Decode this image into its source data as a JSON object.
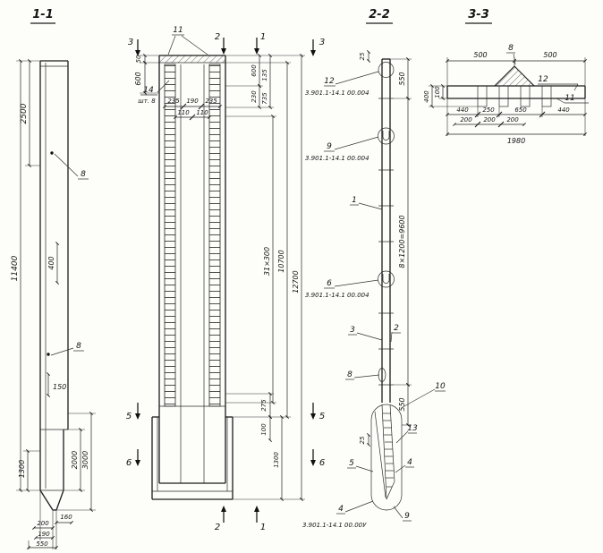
{
  "titles": {
    "t11": "1-1",
    "t22": "2-2",
    "t33": "3-3"
  },
  "v11": {
    "d2500": "2500",
    "d11400": "11400",
    "c8a": "8",
    "c8b": "8",
    "d400": "400",
    "d150": "150",
    "d1300": "1300",
    "d2000": "2000",
    "d3000": "3000",
    "d200": "200",
    "d190": "190",
    "d550": "550",
    "d160": "160"
  },
  "vmid": {
    "m3l": "3",
    "m3r": "3",
    "m2t": "2",
    "m1t": "1",
    "m2b": "2",
    "m1b": "1",
    "m5l": "5",
    "m5r": "5",
    "m6l": "6",
    "m6r": "6",
    "c11": "11",
    "c14": "14",
    "c14q": "шт. 8",
    "d50": "50",
    "d600l": "600",
    "d235a": "235",
    "d190": "190",
    "d235b": "235",
    "d110a": "110",
    "d110b": "110",
    "d600r": "600",
    "d135": "135",
    "d230": "230",
    "d735": "735",
    "d31x300": "31×300",
    "d10700": "10700",
    "d12700": "12700",
    "d275": "275",
    "d100": "100",
    "d1300": "1300"
  },
  "v22": {
    "d25t": "25",
    "d550t": "550",
    "d8x1200": "8×1200=9600",
    "d550b": "550",
    "d25b": "25",
    "c12": "12",
    "r12": "3.901.1-14.1 00.004",
    "c9": "9",
    "r9": "3.901.1-14.1 00.004",
    "c1": "1",
    "c6": "6",
    "r6": "3.901.1-14.1 00.004",
    "c3": "3",
    "c2": "2",
    "c8": "8",
    "c10": "10",
    "c13": "13",
    "c5": "5",
    "c4": "4",
    "c9b": "9",
    "c4b": "4",
    "r4": "3.901.1-14.1 00.00У"
  },
  "v33": {
    "d500l": "500",
    "d500r": "500",
    "c8": "8",
    "c12": "12",
    "c11": "11",
    "d400": "400",
    "d100": "100",
    "d440a": "440",
    "d250": "250",
    "d650": "650",
    "d440b": "440",
    "d200a": "200",
    "d200b": "200",
    "d200c": "200",
    "d1980": "1980"
  }
}
